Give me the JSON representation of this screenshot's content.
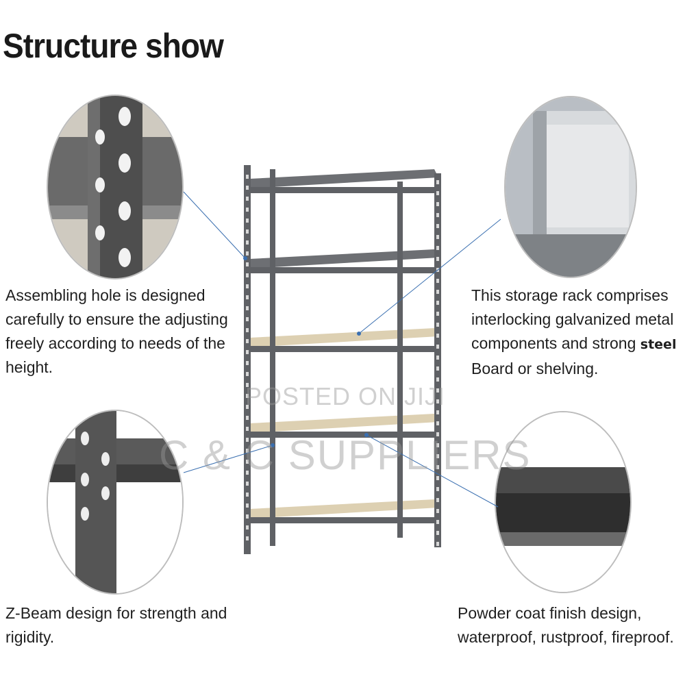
{
  "title": "Structure show",
  "captions": {
    "assembling_hole": "Assembling hole is designed carefully to ensure the adjusting freely according to needs of the height.",
    "storage_rack_before": "This  storage rack comprises interlocking galvanized metal components and strong ",
    "storage_rack_bold": "steel",
    "storage_rack_after": " Board or shelving.",
    "z_beam": "Z-Beam design for strength and rigidity.",
    "powder_coat": "Powder coat finish design, waterproof, rustproof, fireproof."
  },
  "watermark": {
    "line1": "POSTED ON JIJI",
    "line2": "C & C SUPPLIERS"
  },
  "colors": {
    "frame": "#5f6165",
    "board": "#ddd0b2",
    "connector": "#3a6fb0"
  }
}
